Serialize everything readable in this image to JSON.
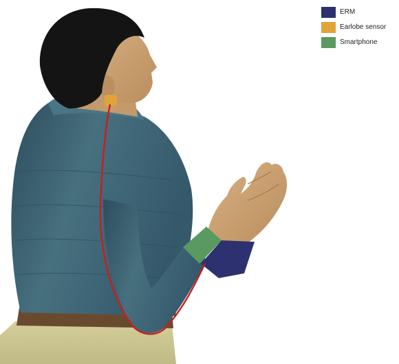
{
  "figure": {
    "colors": {
      "skin": "#c9a273",
      "hair": "#141414",
      "jacket": "#3e6377",
      "pants": "#cdc894",
      "belt": "#6a4a2e",
      "cable": "#c81e1e"
    }
  },
  "legend": {
    "items": [
      {
        "label": "ERM",
        "color": "#2d3170"
      },
      {
        "label": "Earlobe sensor",
        "color": "#e0a43a"
      },
      {
        "label": "Smartphone",
        "color": "#5a9960"
      }
    ]
  }
}
